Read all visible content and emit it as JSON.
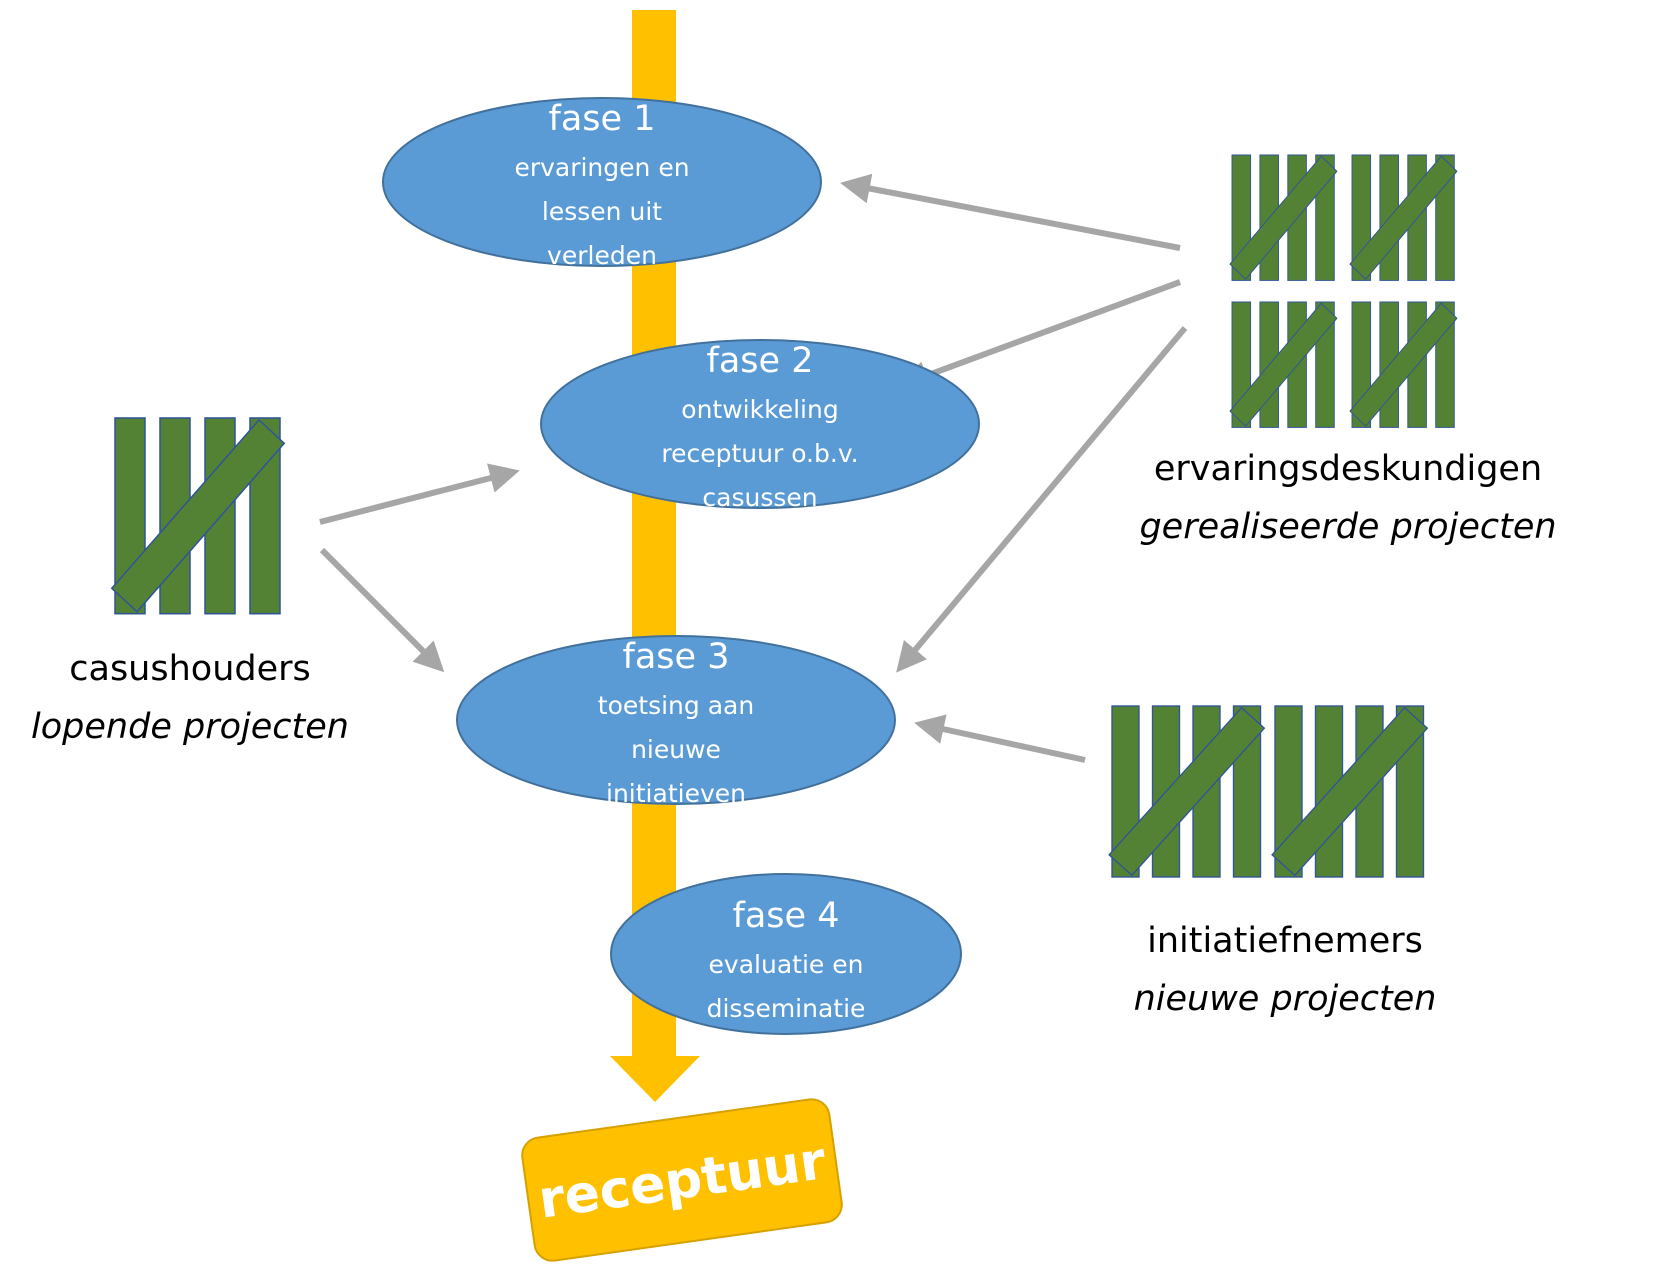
{
  "colors": {
    "flow": "#FFC000",
    "ellipse_fill": "#5B9BD5",
    "ellipse_stroke": "#41719C",
    "tally": "#548235",
    "tally_stroke": "#2F5597",
    "arrow": "#A6A6A6"
  },
  "phases": [
    {
      "title": "fase 1",
      "lines": [
        "ervaringen en",
        "lessen uit",
        "verleden"
      ]
    },
    {
      "title": "fase 2",
      "lines": [
        "ontwikkeling",
        "receptuur o.b.v.",
        "casussen"
      ]
    },
    {
      "title": "fase 3",
      "lines": [
        "toetsing aan",
        "nieuwe",
        "initiatieven"
      ]
    },
    {
      "title": "fase 4",
      "lines": [
        "evaluatie en",
        "disseminatie"
      ]
    }
  ],
  "groups": {
    "experts": {
      "name": "ervaringsdeskundigen",
      "sub": "gerealiseerde projecten",
      "icon": "tally-marks-20-icon"
    },
    "cases": {
      "name": "casushouders",
      "sub": "lopende projecten",
      "icon": "tally-marks-5-icon"
    },
    "initiators": {
      "name": "initiatiefnemers",
      "sub": "nieuwe projecten",
      "icon": "tally-marks-10-icon"
    }
  },
  "result": {
    "label": "receptuur"
  }
}
